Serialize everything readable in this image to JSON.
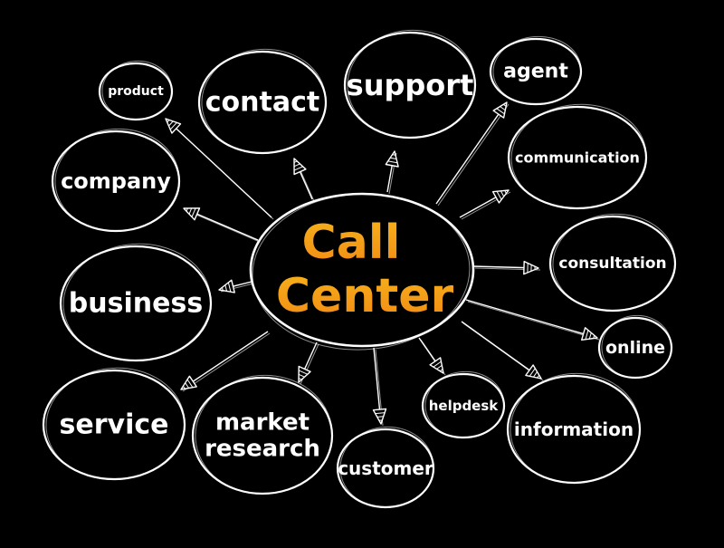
{
  "center": {
    "line1": "Call",
    "line2": "Center",
    "color_top": "#f7b21b",
    "color_bottom": "#f28a14"
  },
  "nodes": [
    {
      "id": "product",
      "label": "product"
    },
    {
      "id": "contact",
      "label": "contact"
    },
    {
      "id": "support",
      "label": "support"
    },
    {
      "id": "agent",
      "label": "agent"
    },
    {
      "id": "communication",
      "label": "communication"
    },
    {
      "id": "company",
      "label": "company"
    },
    {
      "id": "consultation",
      "label": "consultation"
    },
    {
      "id": "business",
      "label": "business"
    },
    {
      "id": "online",
      "label": "online"
    },
    {
      "id": "service",
      "label": "service"
    },
    {
      "id": "market-research",
      "label": "market research",
      "lines": [
        "market",
        "research"
      ]
    },
    {
      "id": "helpdesk",
      "label": "helpdesk"
    },
    {
      "id": "information",
      "label": "information"
    },
    {
      "id": "customer",
      "label": "customer"
    }
  ],
  "colors": {
    "background": "#000000",
    "line": "#ffffff",
    "text": "#ffffff"
  }
}
